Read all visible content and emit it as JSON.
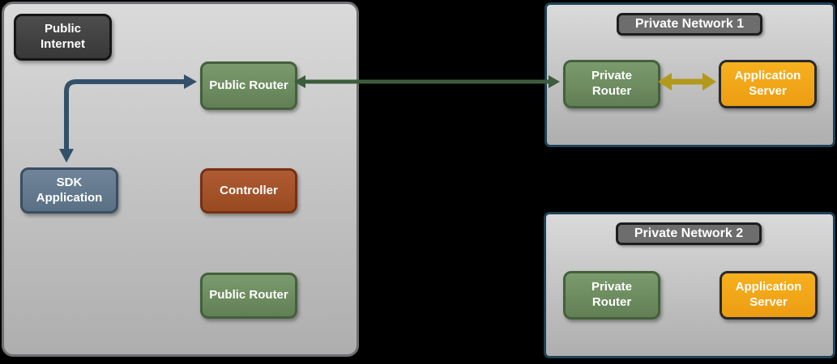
{
  "diagram": {
    "public_internet_zone": {
      "label": "Public Internet",
      "nodes": {
        "public_router_top": "Public Router",
        "sdk_application": "SDK Application",
        "controller": "Controller",
        "public_router_bottom": "Public Router"
      }
    },
    "private_network_1": {
      "label": "Private Network 1",
      "nodes": {
        "private_router": "Private Router",
        "application_server": "Application Server"
      }
    },
    "private_network_2": {
      "label": "Private Network 2",
      "nodes": {
        "private_router": "Private Router",
        "application_server": "Application Server"
      }
    },
    "edges": [
      {
        "from": "SDK Application",
        "to": "Public Router",
        "direction": "bidirectional",
        "color": "#33506b"
      },
      {
        "from": "Public Router",
        "to": "Private Network 1 Private Router",
        "direction": "bidirectional",
        "color": "#3d5c3d"
      },
      {
        "from": "Private Network 1 Private Router",
        "to": "Private Network 1 Application Server",
        "direction": "bidirectional",
        "color": "#b2991c"
      }
    ],
    "colors": {
      "background": "#000000",
      "zone_fill": "#c4c4c4",
      "zone_border_gray": "#6f7073",
      "network_border_blue": "#1f4156",
      "node_dark": "#404040",
      "node_green": "#6e9064",
      "node_slate": "#667b90",
      "node_rust": "#a5522d",
      "node_orange": "#f4a71b",
      "arrow_navy": "#33506b",
      "arrow_green": "#3d5c3d",
      "arrow_gold": "#b2991c"
    }
  }
}
